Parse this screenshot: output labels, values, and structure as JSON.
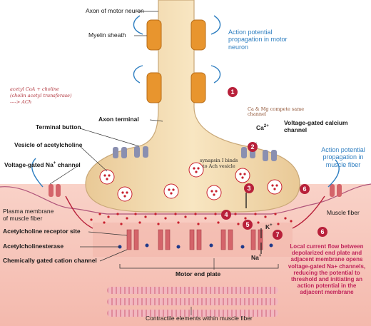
{
  "labels": {
    "axon": "Axon of motor neuron",
    "myelin": "Myelin sheath",
    "ap_motor": "Action potential propagation in motor neuron",
    "axon_terminal": "Axon terminal",
    "terminal_button": "Terminal button",
    "vesicle": "Vesicle of acetylcholine",
    "ca": "Ca",
    "ca_sup": "2+",
    "vg_calcium": "Voltage-gated calcium channel",
    "vg_na": "Voltage-gated Na",
    "vg_na_sup": "+",
    "vg_na_tail": " channel",
    "ap_muscle": "Action potential propagation in muscle fiber",
    "plasma_membrane": "Plasma membrane of muscle fiber",
    "muscle_fiber": "Muscle fiber",
    "ach_receptor": "Acetylcholine receptor site",
    "ache": "Acetylcholinesterase",
    "chem_channel": "Chemically gated cation channel",
    "k": "K",
    "k_sup": "+",
    "na": "Na",
    "na_sup": "+",
    "motor_end_plate": "Motor end plate",
    "local_current": "Local current flow between depolarized end plate and adjacent membrane opens voltage-gated Na+ channels, reducing the potential to threshold and initiating an action potential in the adjacent membrane",
    "contractile": "Contractile elements within muscle fiber"
  },
  "handwritten": {
    "ach_synthesis_1": "acetyl CoA + choline",
    "ach_synthesis_2": "(cholin acetyl transferase)",
    "ach_synthesis_3": "----> ACh",
    "ca_mg": "Ca & Mg compete same channel",
    "synapsin_1": "synapsin I binds",
    "synapsin_2": "to Ach vesicle"
  },
  "steps": [
    "1",
    "2",
    "3",
    "4",
    "5",
    "6",
    "6",
    "7"
  ],
  "colors": {
    "neuron": "#f3ddb0",
    "neuron_edge": "#c9a878",
    "myelin": "#e8952e",
    "muscle": "#f7c9bf",
    "ach_dot": "#c8202e",
    "receptor": "#d4646a",
    "enzyme": "#1f3a8a",
    "channel": "#8a8fb0",
    "step_circle": "#b8203a",
    "blue_text": "#2f7fc1"
  }
}
